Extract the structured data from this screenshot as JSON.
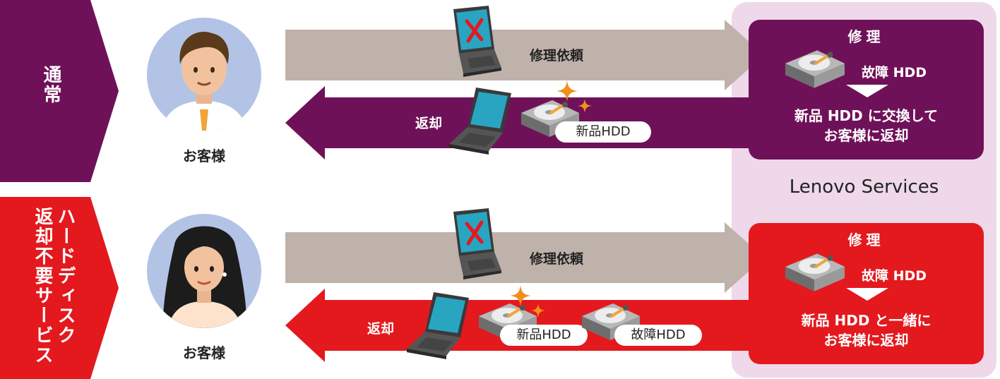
{
  "rows": [
    {
      "label": "通常",
      "customer_label": "お客様",
      "request_label": "修理依頼",
      "return_label": "返却",
      "returned_items": [
        "新品HDD"
      ],
      "service": {
        "title": "修理",
        "fault_label": "故障 HDD",
        "result_lines": [
          "新品 HDD に交換して",
          "お客様に返却"
        ]
      }
    },
    {
      "label": "ハードディスク返却不要サービス",
      "label_lines": [
        "ハードディスク",
        "返却不要サービス"
      ],
      "customer_label": "お客様",
      "request_label": "修理依頼",
      "return_label": "返却",
      "returned_items": [
        "新品HDD",
        "故障HDD"
      ],
      "service": {
        "title": "修理",
        "fault_label": "故障 HDD",
        "result_lines": [
          "新品 HDD と一緒に",
          "お客様に返却"
        ]
      }
    }
  ],
  "provider": "Lenovo Services",
  "colors": {
    "normal": "#6f1158",
    "hdd_service": "#e3191e",
    "request_arrow": "#bfb2ab",
    "services_bg": "#eed8e9",
    "avatar_bg": "#b3c3e6",
    "sparkle": "#f18e1c"
  }
}
